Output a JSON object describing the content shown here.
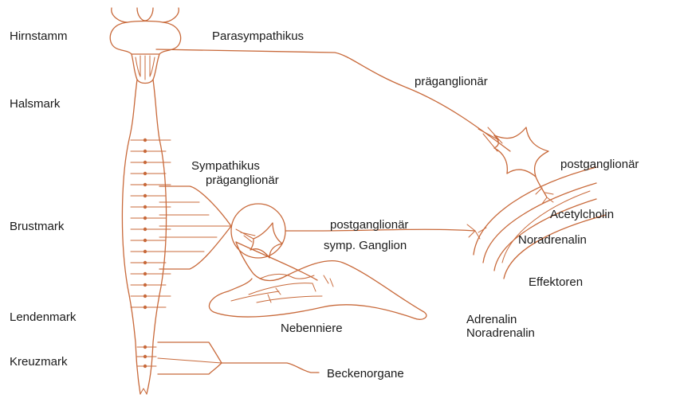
{
  "regions": {
    "hirnstamm": "Hirnstamm",
    "halsmark": "Halsmark",
    "brustmark": "Brustmark",
    "lendenmark": "Lendenmark",
    "kreuzmark": "Kreuzmark"
  },
  "labels": {
    "parasympathikus": "Parasympathikus",
    "praeganglionaer_para": "präganglionär",
    "postganglionaer_para": "postganglionär",
    "sympathikus": "Sympathikus",
    "praeganglionaer_symp": "präganglionär",
    "postganglionaer_symp": "postganglionär",
    "symp_ganglion": "symp. Ganglion",
    "acetylcholin": "Acetylcholin",
    "noradrenalin": "Noradrenalin",
    "effektoren": "Effektoren",
    "nebenniere": "Nebenniere",
    "adrenalin_line1": "Adrenalin",
    "adrenalin_line2": "Noradrenalin",
    "beckenorgane": "Beckenorgane"
  },
  "colors": {
    "line": "#c8693a",
    "text": "#1a1a1a"
  }
}
